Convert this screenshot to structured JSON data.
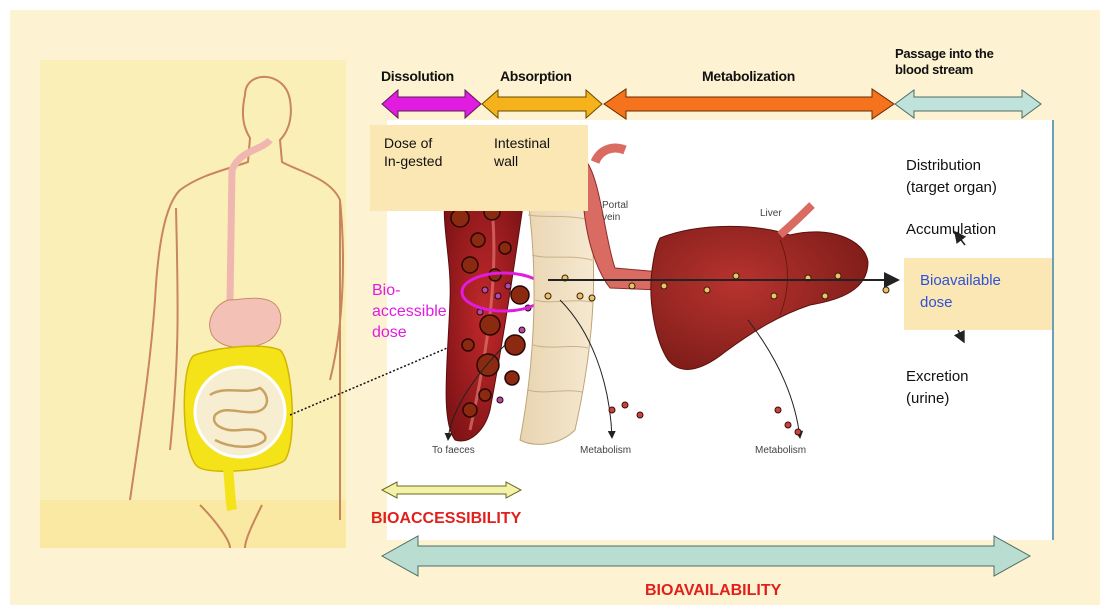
{
  "stages": {
    "dissolution": "Dissolution",
    "absorption": "Absorption",
    "metabolization": "Metabolization",
    "passage_line1": "Passage into the",
    "passage_line2": "blood stream"
  },
  "boxes": {
    "dose_line1": "Dose of",
    "dose_line2": "In-gested",
    "wall_line1": "Intestinal",
    "wall_line2": "wall"
  },
  "outcomes": {
    "distribution_line1": "Distribution",
    "distribution_line2": "(target organ)",
    "accumulation": "Accumulation",
    "bioavailable_line1": "Bioavailable",
    "bioavailable_line2": "dose",
    "excretion_line1": "Excretion",
    "excretion_line2": "(urine)"
  },
  "bioaccessible": {
    "line1": "Bio-",
    "line2": "accessible",
    "line3": "dose"
  },
  "anatomy": {
    "portal_line1": "Portal",
    "portal_line2": "vein",
    "liver": "Liver",
    "to_faeces": "To faeces",
    "metabolism_1": "Metabolism",
    "metabolism_2": "Metabolism"
  },
  "spans": {
    "bioaccessibility": "BIOACCESSIBILITY",
    "bioavailability": "BIOAVAILABILITY"
  },
  "colors": {
    "dissolution": "#e21be0",
    "absorption": "#f5b21a",
    "metabolization": "#f4731c",
    "passage": "#bfe3da",
    "bioavailability": "#b9ddd1",
    "accent_red": "#e0201c",
    "accent_magenta": "#e21be0",
    "accent_blue": "#2f50d8"
  }
}
